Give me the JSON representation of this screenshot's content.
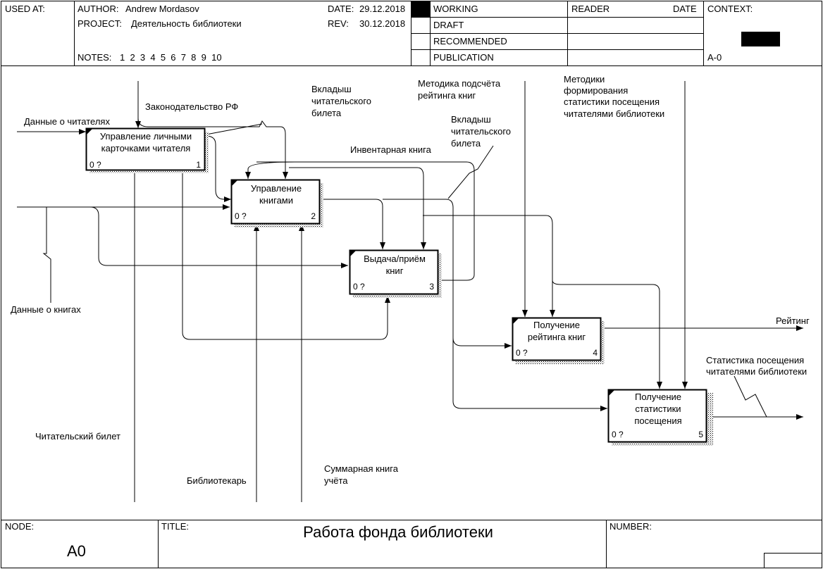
{
  "header": {
    "used_at_label": "USED AT:",
    "author_label": "AUTHOR:",
    "author": "Andrew Mordasov",
    "project_label": "PROJECT:",
    "project": "Деятельность библиотеки",
    "notes_label": "NOTES:",
    "notes": "1  2  3  4  5  6  7  8  9  10",
    "date_label": "DATE:",
    "date": "29.12.2018",
    "rev_label": "REV:",
    "rev": "30.12.2018",
    "status": [
      "WORKING",
      "DRAFT",
      "RECOMMENDED",
      "PUBLICATION"
    ],
    "reader_label": "READER",
    "reader_date_label": "DATE",
    "context_label": "CONTEXT:",
    "context_node": "A-0"
  },
  "boxes": [
    {
      "lines": [
        "Управление личными",
        "карточками читателя"
      ],
      "cost": "0 ?",
      "number": "1"
    },
    {
      "lines": [
        "Управление",
        "книгами"
      ],
      "cost": "0 ?",
      "number": "2"
    },
    {
      "lines": [
        "Выдача/приём",
        "книг"
      ],
      "cost": "0 ?",
      "number": "3"
    },
    {
      "lines": [
        "Получение",
        "рейтинга книг"
      ],
      "cost": "0 ?",
      "number": "4"
    },
    {
      "lines": [
        "Получение",
        "статистики",
        "посещения"
      ],
      "cost": "0 ?",
      "number": "5"
    }
  ],
  "arrow_labels": {
    "readers_data": "Данные о читателях",
    "law": "Законодательство РФ",
    "insert1": [
      "Вкладыш",
      "читательского",
      "билета"
    ],
    "rating_method": [
      "Методика подсчёта",
      "рейтинга книг"
    ],
    "stats_methods": [
      "Методики",
      "формирования",
      "статистики посещения",
      "читателями библиотеки"
    ],
    "insert2": [
      "Вкладыш",
      "читательского",
      "билета"
    ],
    "inventory": "Инвентарная книга",
    "books_data": "Данные о книгах",
    "reader_ticket": "Читательский билет",
    "librarian": "Библиотекарь",
    "summary_book": [
      "Суммарная книга",
      "учёта"
    ],
    "rating": "Рейтинг",
    "stats_out": [
      "Статистика посещения",
      "читателями библиотеки"
    ]
  },
  "footer": {
    "node_label": "NODE:",
    "node": "A0",
    "title_label": "TITLE:",
    "title": "Работа фонда библиотеки",
    "number_label": "NUMBER:"
  }
}
